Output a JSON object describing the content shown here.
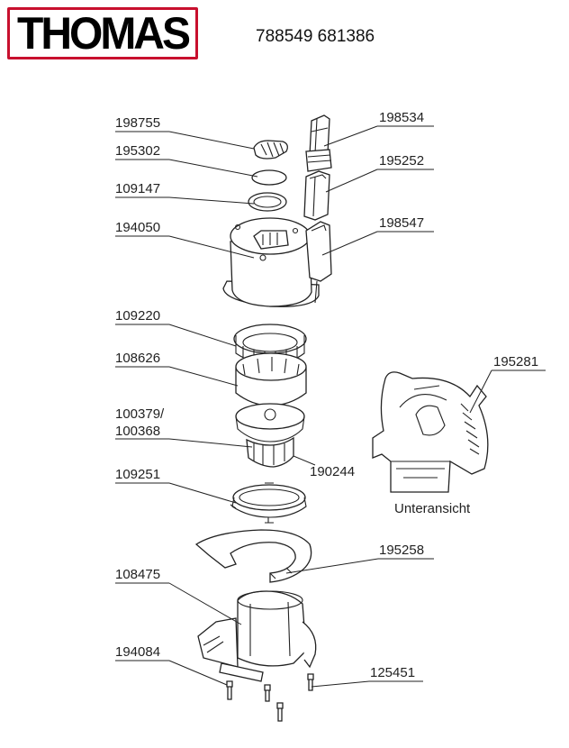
{
  "brand": {
    "logo_text": "THOMAS",
    "accent_color": "#c8102e"
  },
  "document": {
    "codes": "788549 681386"
  },
  "diagram": {
    "caption": "Unteransicht",
    "part_labels": [
      {
        "id": "198755",
        "text": "198755"
      },
      {
        "id": "198534",
        "text": "198534"
      },
      {
        "id": "195302",
        "text": "195302"
      },
      {
        "id": "195252",
        "text": "195252"
      },
      {
        "id": "109147",
        "text": "109147"
      },
      {
        "id": "194050",
        "text": "194050"
      },
      {
        "id": "198547",
        "text": "198547"
      },
      {
        "id": "109220",
        "text": "109220"
      },
      {
        "id": "108626",
        "text": "108626"
      },
      {
        "id": "195281",
        "text": "195281"
      },
      {
        "id": "100379",
        "text": "100379/"
      },
      {
        "id": "100368",
        "text": "100368"
      },
      {
        "id": "190244",
        "text": "190244"
      },
      {
        "id": "109251",
        "text": "109251"
      },
      {
        "id": "195258",
        "text": "195258"
      },
      {
        "id": "108475",
        "text": "108475"
      },
      {
        "id": "194084",
        "text": "194084"
      },
      {
        "id": "125451",
        "text": "125451"
      }
    ]
  }
}
